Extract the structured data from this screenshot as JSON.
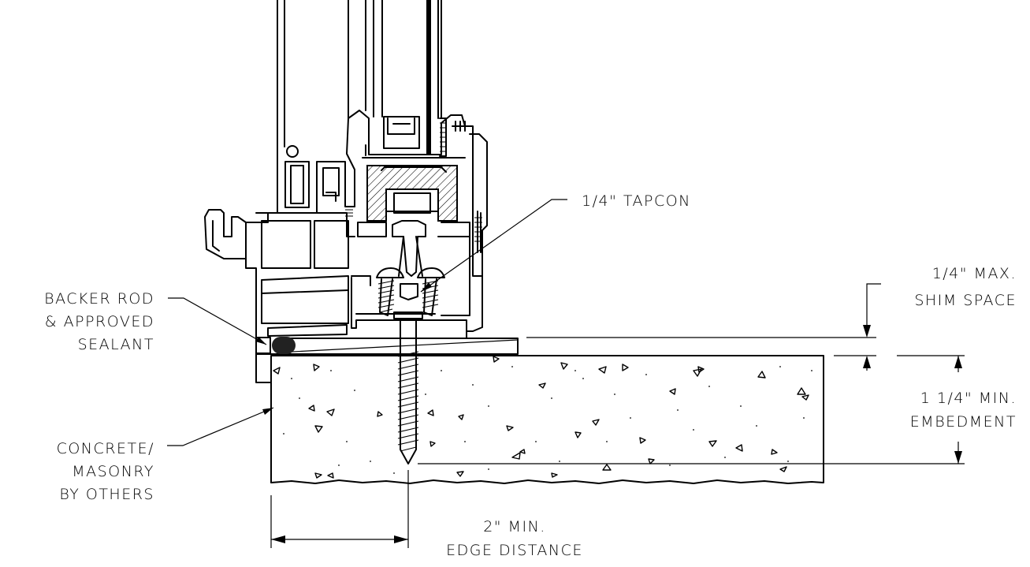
{
  "labels": {
    "tapcon": "1/4\" TAPCON",
    "shim_1": "1/4\" MAX.",
    "shim_2": "SHIM SPACE",
    "backer_1": "BACKER ROD",
    "backer_2": "& APPROVED",
    "backer_3": "SEALANT",
    "embed_1": "1 1/4\" MIN.",
    "embed_2": "EMBEDMENT",
    "concrete_1": "CONCRETE/",
    "concrete_2": "MASONRY",
    "concrete_3": "BY OTHERS",
    "edge_1": "2\" MIN.",
    "edge_2": "EDGE DISTANCE"
  }
}
